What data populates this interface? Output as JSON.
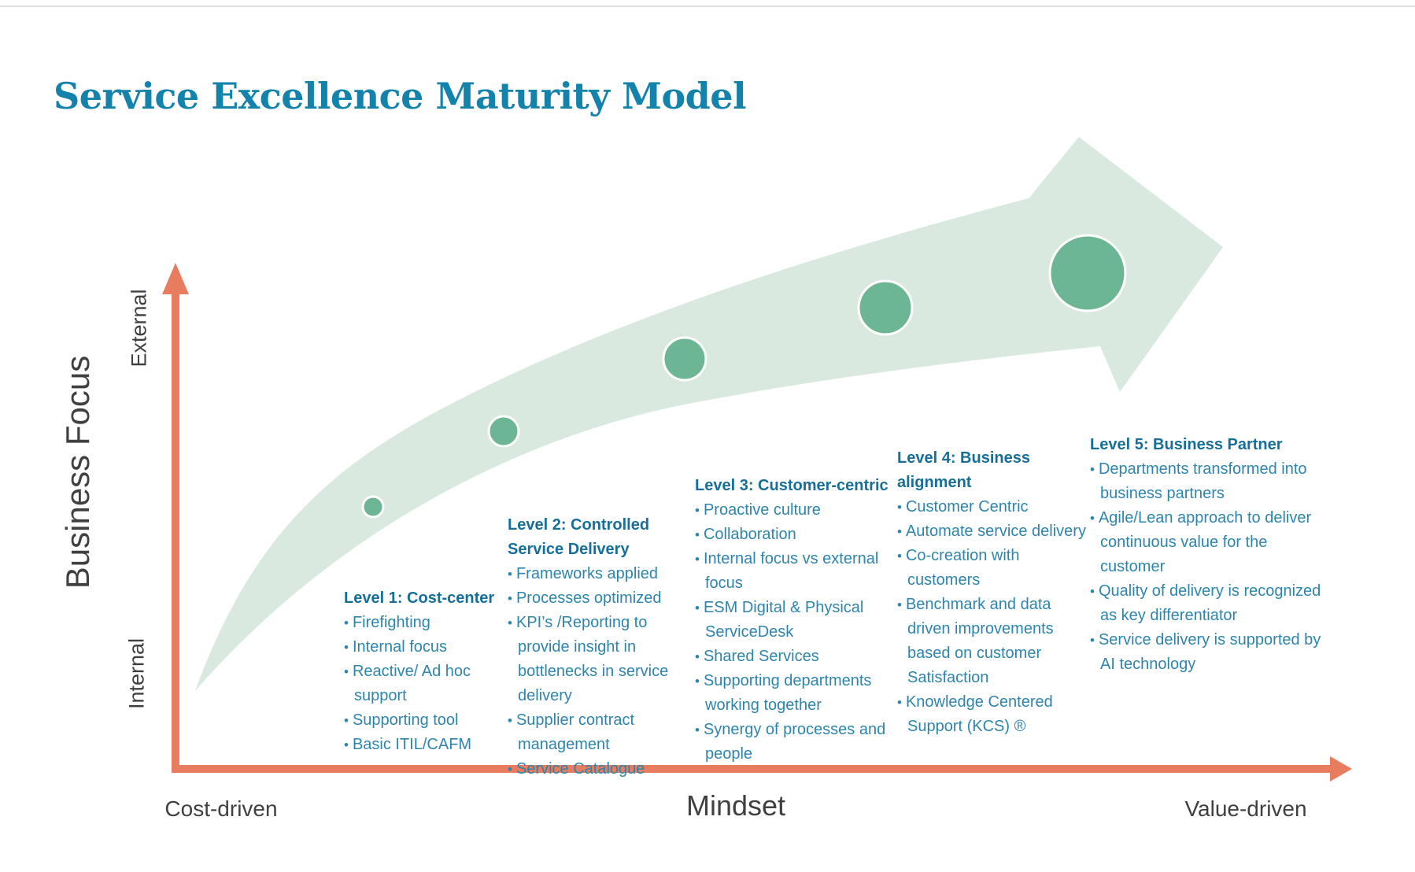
{
  "title": "Service Excellence Maturity Model",
  "y_axis": {
    "label": "Business Focus",
    "top_label": "External",
    "bottom_label": "Internal"
  },
  "x_axis": {
    "label": "Mindset",
    "left_label": "Cost-driven",
    "right_label": "Value-driven"
  },
  "levels": [
    {
      "heading": "Level 1: Cost-center",
      "bullets": [
        "Firefighting",
        "Internal focus",
        "Reactive/ Ad hoc support",
        "Supporting tool",
        "Basic ITIL/CAFM"
      ]
    },
    {
      "heading": "Level 2: Controlled Service Delivery",
      "bullets": [
        "Frameworks applied",
        "Processes optimized",
        "KPI’s /Reporting to provide insight in bottlenecks in service delivery",
        "Supplier contract management",
        "Service Catalogue"
      ]
    },
    {
      "heading": "Level 3: Customer-centric",
      "bullets": [
        "Proactive culture",
        "Collaboration",
        "Internal focus vs external focus",
        "ESM Digital & Physical ServiceDesk",
        "Shared Services",
        "Supporting departments working together",
        "Synergy of processes and people"
      ]
    },
    {
      "heading": "Level 4: Business alignment",
      "bullets": [
        "Customer Centric",
        "Automate service delivery",
        "Co-creation with customers",
        "Benchmark and data driven improvements based on customer Satisfaction",
        "Knowledge Centered Support (KCS) ®"
      ]
    },
    {
      "heading": "Level 5: Business Partner",
      "bullets": [
        "Departments transformed into business partners",
        "Agile/Lean approach to deliver continuous value for the customer",
        "Quality of delivery is recognized as key differentiator",
        "Service delivery is supported by AI technology"
      ]
    }
  ],
  "colors": {
    "title_blue": "#1483ab",
    "heading_blue": "#166f99",
    "text_blue": "#2d85ad",
    "axis_coral": "#e87c5e",
    "arrow_light_green": "#d9e9df",
    "milestone_green": "#6cb694",
    "axis_text_gray": "#404040"
  }
}
